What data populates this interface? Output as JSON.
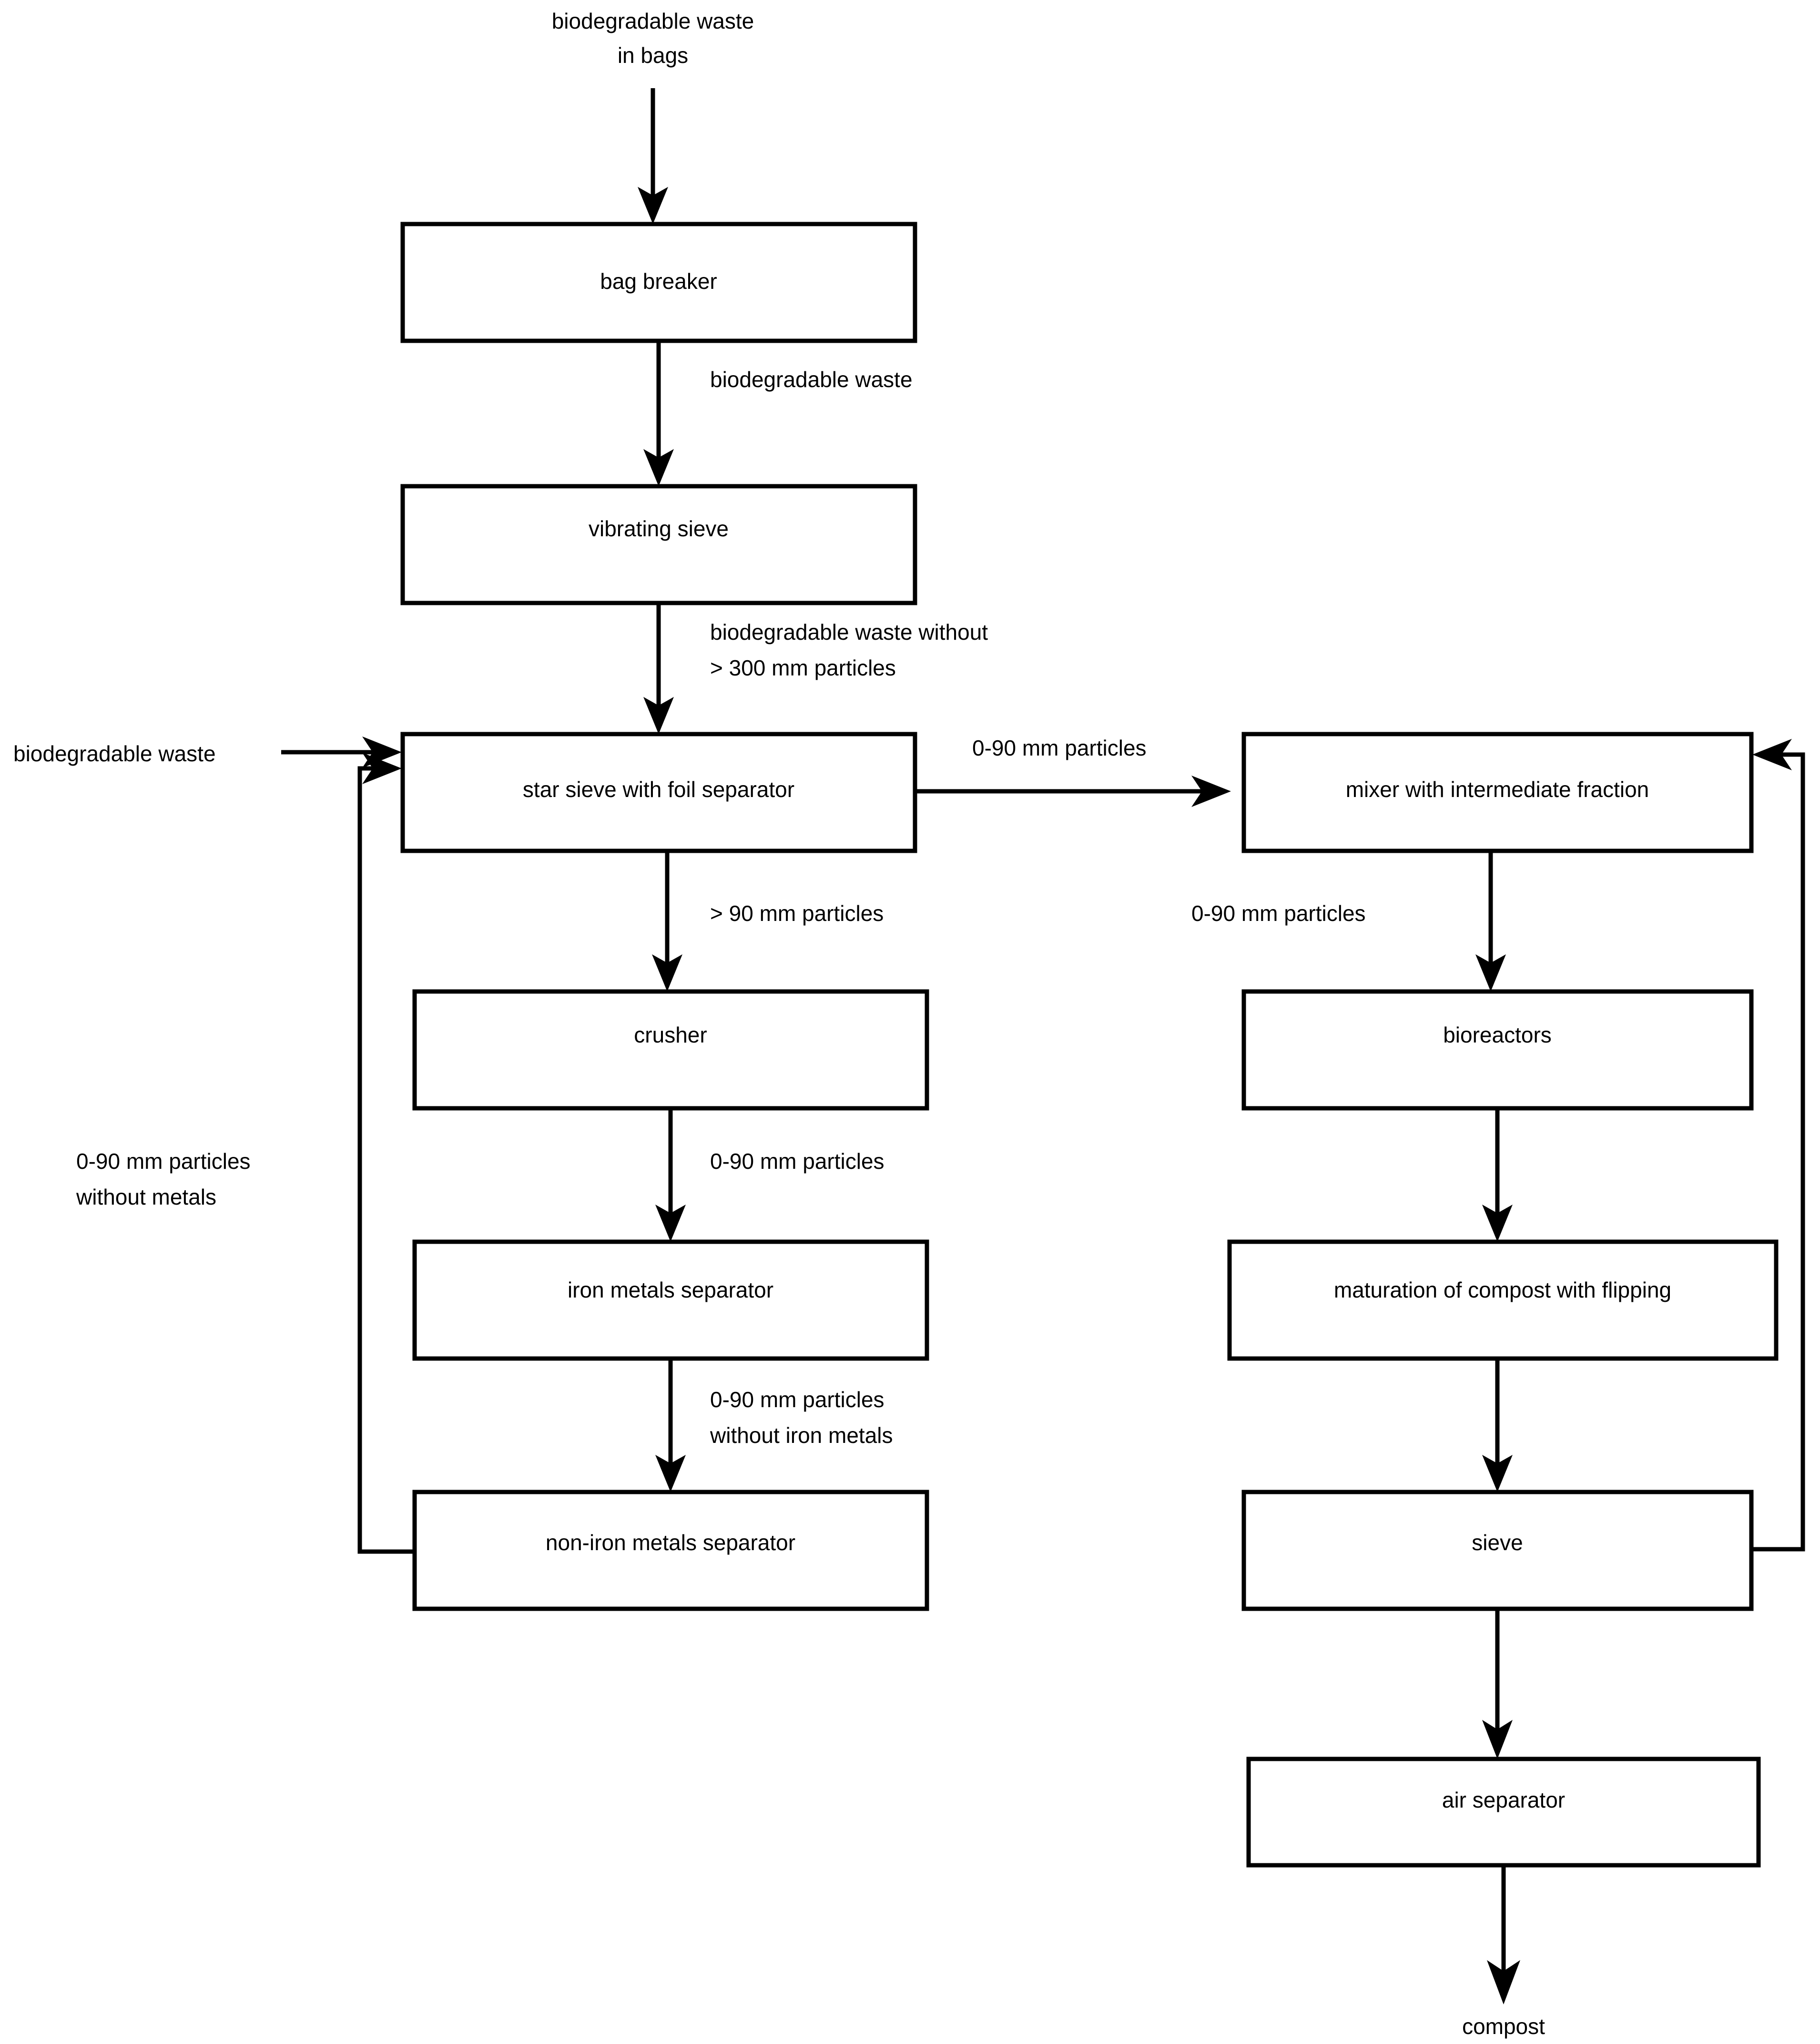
{
  "diagram": {
    "title": "biodegradable waste composting process flow",
    "colors": {
      "background": "#ffffff",
      "line": "#000000",
      "box_fill": "#ffffff",
      "text": "#000000"
    },
    "terminals": {
      "input_top_line1": "biodegradable waste",
      "input_top_line2": "in bags",
      "input_left": "biodegradable waste",
      "output_bottom": "compost"
    },
    "nodes": [
      {
        "id": "bag-breaker",
        "label": "bag breaker"
      },
      {
        "id": "vibrating-sieve",
        "label": "vibrating sieve"
      },
      {
        "id": "star-sieve",
        "label": "star sieve with foil separator"
      },
      {
        "id": "crusher",
        "label": "crusher"
      },
      {
        "id": "iron-separator",
        "label": "iron metals separator"
      },
      {
        "id": "non-iron-separator",
        "label": "non-iron metals separator"
      },
      {
        "id": "mixer",
        "label": "mixer with intermediate fraction"
      },
      {
        "id": "bioreactors",
        "label": "bioreactors"
      },
      {
        "id": "maturation",
        "label": "maturation of compost with flipping"
      },
      {
        "id": "sieve",
        "label": "sieve"
      },
      {
        "id": "air-separator",
        "label": "air separator"
      }
    ],
    "edge_labels": {
      "bagbreaker_to_vibrating": "biodegradable waste",
      "vibrating_to_starsieve_line1": "biodegradable waste without",
      "vibrating_to_starsieve_line2": "> 300 mm particles",
      "starsieve_to_mixer": "0-90 mm particles",
      "starsieve_to_crusher": "> 90 mm particles",
      "crusher_to_iron": "0-90 mm particles",
      "iron_to_noniron_line1": "0-90 mm particles",
      "iron_to_noniron_line2": "without iron metals",
      "feedback_left_line1": "0-90 mm particles",
      "feedback_left_line2": "without metals",
      "mixer_to_bioreactors": "0-90 mm particles"
    }
  }
}
